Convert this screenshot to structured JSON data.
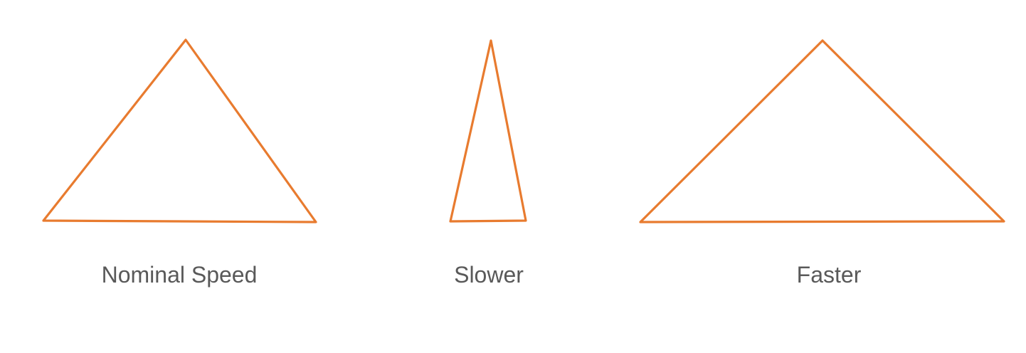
{
  "colors": {
    "stroke": "#E87B2F",
    "label_text": "#595959",
    "background": "#FFFFFF"
  },
  "labels": {
    "nominal": "Nominal Speed",
    "slower": "Slower",
    "faster": "Faster"
  }
}
